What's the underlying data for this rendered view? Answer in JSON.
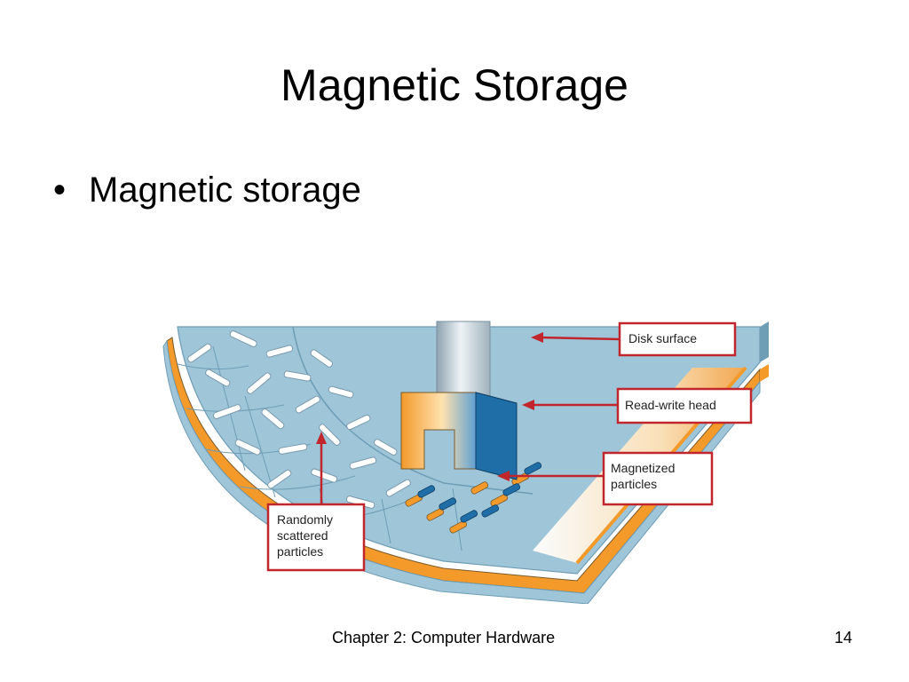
{
  "slide": {
    "title": "Magnetic Storage",
    "bullets": [
      {
        "marker": "•",
        "text": "Magnetic storage"
      }
    ],
    "footer": {
      "chapter": "Chapter 2: Computer Hardware",
      "page_number": "14"
    }
  },
  "diagram": {
    "labels": {
      "disk_surface": "Disk surface",
      "read_write_head": "Read-write head",
      "magnetized_particles": [
        "Magnetized",
        "particles"
      ],
      "random_particles": [
        "Randomly",
        "scattered",
        "particles"
      ]
    },
    "colors": {
      "disk_blue": "#9fc5d8",
      "disk_edge": "#6e9db6",
      "orange_layer": "#f39a2a",
      "callout_red": "#c0262c",
      "head_blue": "#1f6ea8",
      "head_orange": "#f4a23e",
      "arm_gray": "#b8c6cf"
    }
  }
}
